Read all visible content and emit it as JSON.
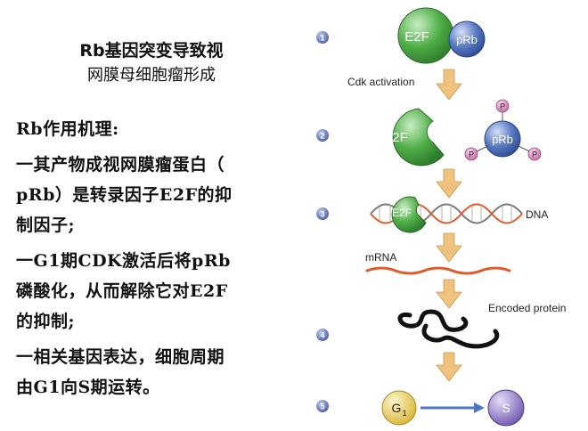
{
  "left": {
    "title_line1": "Rb基因突变导致视",
    "title_line2": "网膜母细胞瘤形成",
    "mech_heading": "Rb作用机理:",
    "lines": [
      "一其产物成视网膜瘤蛋白（",
      "pRb）是转录因子E2F的抑",
      "制因子;",
      "一G1期CDK激活后将pRb",
      "磷酸化，从而解除它对E2F",
      "的抑制;",
      "一相关基因表达，细胞周期",
      "由G1向S期运转。"
    ]
  },
  "diagram": {
    "steps": [
      "1",
      "2",
      "3",
      "4",
      "5"
    ],
    "e2f": "E2F",
    "prb": "pRb",
    "p": "P",
    "cdk_label": "Cdk activation",
    "dna_label": "DNA",
    "mrna_label": "mRNA",
    "protein_label": "Encoded protein",
    "g1": "G",
    "g1_sub": "1",
    "s": "S"
  },
  "colors": {
    "green": "#3f9b3a",
    "blue": "#4a6bb5",
    "pink": "#d77fb3",
    "arrow": "#f1c27d",
    "step": "#5a6fb0",
    "dna_red": "#e05a2a",
    "purple": "#7a5ab0"
  }
}
